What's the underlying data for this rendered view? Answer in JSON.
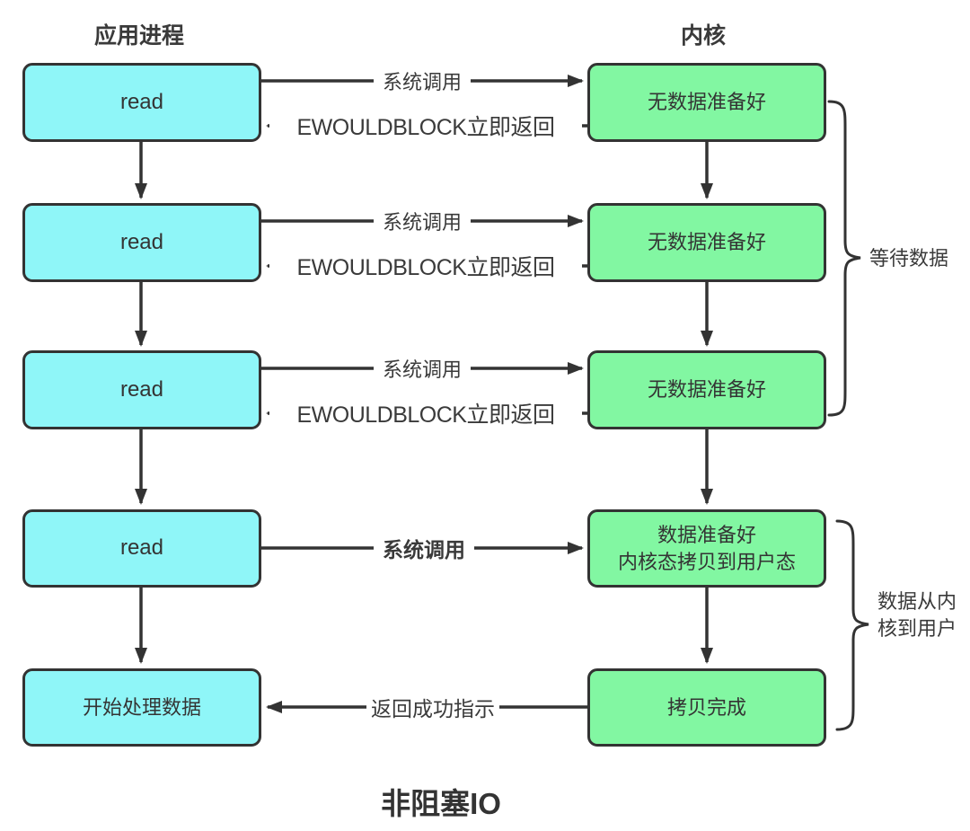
{
  "title": "非阻塞IO",
  "columns": {
    "app": {
      "header": "应用进程",
      "boxes": [
        "read",
        "read",
        "read",
        "read",
        "开始处理数据"
      ]
    },
    "kernel": {
      "header": "内核",
      "boxes": [
        "无数据准备好",
        "无数据准备好",
        "无数据准备好",
        "数据准备好\n内核态拷贝到用户态",
        "拷贝完成"
      ]
    }
  },
  "arrow_labels": {
    "syscall_1": "系统调用",
    "ewouldblock_1": "EWOULDBLOCK立即返回",
    "syscall_2": "系统调用",
    "ewouldblock_2": "EWOULDBLOCK立即返回",
    "syscall_3": "系统调用",
    "ewouldblock_3": "EWOULDBLOCK立即返回",
    "syscall_4": "系统调用",
    "success_return": "返回成功指示"
  },
  "braces": {
    "waiting_data": "等待数据",
    "copy_data": "数据从内核到用户"
  },
  "colors": {
    "app_box_fill": "#8FF6F8",
    "kernel_box_fill": "#82F7A2",
    "stroke": "#333333",
    "background": "#FFFFFF"
  }
}
